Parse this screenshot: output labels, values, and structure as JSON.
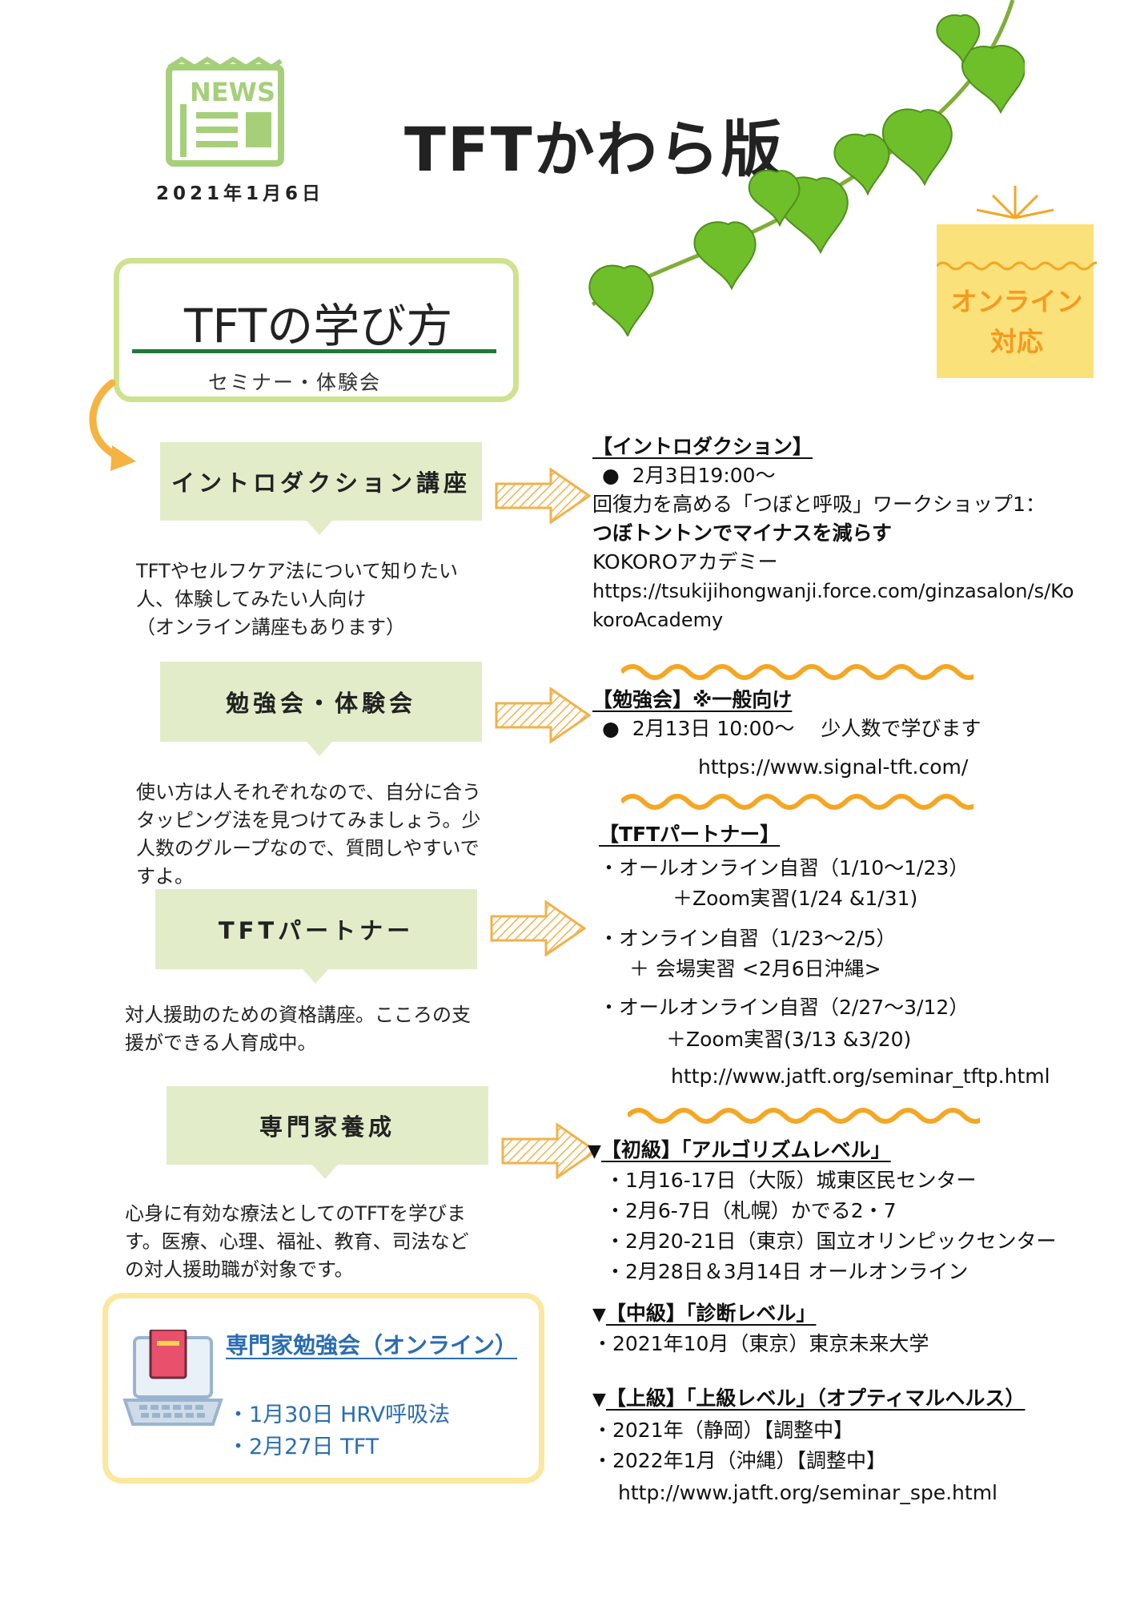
{
  "header": {
    "news_label": "NEWS",
    "date": "2021年1月6日",
    "title": "TFTかわら版",
    "online_badge_line1": "オンライン",
    "online_badge_line2": "対応"
  },
  "how_to_learn": {
    "title": "TFTの学び方",
    "subtitle": "セミナー・体験会"
  },
  "categories": [
    {
      "label": "イントロダクション講座",
      "desc": [
        "TFTやセルフケア法について知りたい",
        "人、体験してみたい人向け",
        "（オンライン講座もあります）"
      ]
    },
    {
      "label": "勉強会・体験会",
      "desc": [
        "使い方は人それぞれなので、自分に合う",
        "タッピング法を見つけてみましょう。少",
        "人数のグループなので、質問しやすいで",
        "すよ。"
      ]
    },
    {
      "label": "TFTパートナー",
      "desc": [
        "対人援助のための資格講座。こころの支",
        "援ができる人育成中。"
      ]
    },
    {
      "label": "専門家養成",
      "desc": [
        "心身に有効な療法としてのTFTを学びま",
        "す。医療、心理、福祉、教育、司法など",
        "の対人援助職が対象です。"
      ]
    }
  ],
  "intro": {
    "heading": "【イントロダクション】",
    "bullet": "2月3日19:00〜",
    "line1": "回復力を高める「つぼと呼吸」ワークショップ1：",
    "line2": "つぼトントンでマイナスを減らす",
    "line3": "KOKOROアカデミー",
    "url1": "https://tsukijihongwanji.force.com/ginzasalon/s/Ko",
    "url2": "koroAcademy"
  },
  "study": {
    "heading": "【勉強会】※一般向け",
    "bullet": "2月13日 10:00〜　 少人数で学びます",
    "url": "https://www.signal-tft.com/"
  },
  "partner": {
    "heading": "【TFTパートナー】",
    "l1": "・オールオンライン自習（1/10〜1/23）",
    "l2": "＋Zoom実習(1/24 &1/31)",
    "l3": "・オンライン自習（1/23〜2/5）",
    "l4": "＋ 会場実習 <2月6日沖縄>",
    "l5": "・オールオンライン自習（2/27〜3/12）",
    "l6": "＋Zoom実習(3/13 &3/20)",
    "url": "http://www.jatft.org/seminar_tftp.html"
  },
  "expert": {
    "basic_heading": "【初級】「アルゴリズムレベル」",
    "basic_items": [
      "・1月16-17日（大阪）城東区民センター",
      "・2月6-7日（札幌）かでる2・7",
      "・2月20-21日（東京）国立オリンピックセンター",
      "・2月28日＆3月14日 オールオンライン"
    ],
    "mid_heading": "【中級】「診断レベル」",
    "mid_items": [
      "・2021年10月（東京）東京未来大学"
    ],
    "adv_heading": "【上級】「上級レベル」（オプティマルヘルス）",
    "adv_items": [
      "・2021年（静岡）【調整中】",
      "・2022年1月（沖縄）【調整中】"
    ],
    "url": "http://www.jatft.org/seminar_spe.html"
  },
  "expert_study": {
    "title": "専門家勉強会（オンライン）",
    "items": [
      "・1月30日 HRV呼吸法",
      "・2月27日 TFT"
    ]
  },
  "colors": {
    "green_box": "#e3ecc9",
    "frame_green": "#cfe28f",
    "frame_yellow": "#fbe79e",
    "wave": "#f5a623",
    "link_blue": "#2a6db3",
    "badge_orange": "#f59a20"
  }
}
